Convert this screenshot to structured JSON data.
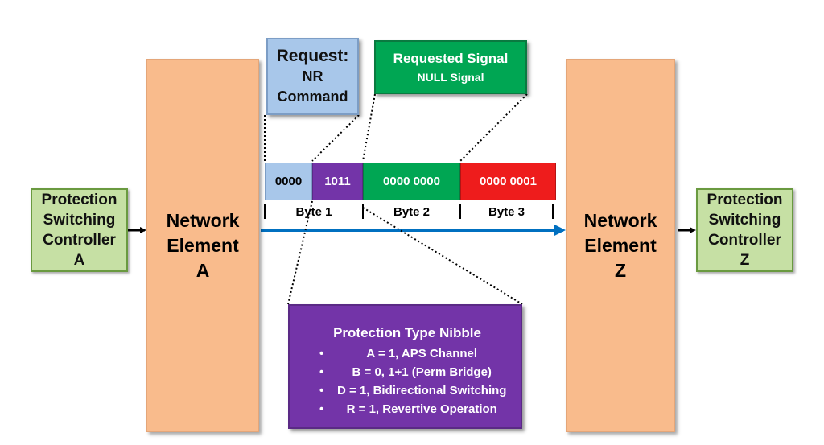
{
  "controller_a": {
    "lines": [
      "Protection",
      "Switching",
      "Controller",
      "A"
    ]
  },
  "controller_z": {
    "lines": [
      "Protection",
      "Switching",
      "Controller",
      "Z"
    ]
  },
  "element_a": {
    "lines": [
      "Network",
      "Element",
      "A"
    ]
  },
  "element_z": {
    "lines": [
      "Network",
      "Element",
      "Z"
    ]
  },
  "request_box": {
    "title": "Request:",
    "line2": "NR",
    "line3": "Command"
  },
  "signal_box": {
    "title": "Requested Signal",
    "subtitle": "NULL Signal"
  },
  "fields": [
    {
      "value": "0000",
      "color": "#a8c7ea"
    },
    {
      "value": "1011",
      "color": "#7334a8"
    },
    {
      "value": "0000 0000",
      "color": "#00a653"
    },
    {
      "value": "0000 0001",
      "color": "#ee1c1c"
    }
  ],
  "byte_labels": [
    "Byte 1",
    "Byte 2",
    "Byte 3"
  ],
  "protection_type": {
    "title": "Protection Type Nibble",
    "items": [
      "A = 1, APS Channel",
      "B = 0, 1+1 (Perm Bridge)",
      "D = 1, Bidirectional Switching",
      "R = 1, Revertive Operation"
    ]
  },
  "colors": {
    "arrow_blue": "#0070c0",
    "controller_fill": "#c6e0a4",
    "element_fill": "#f9bb8c"
  }
}
